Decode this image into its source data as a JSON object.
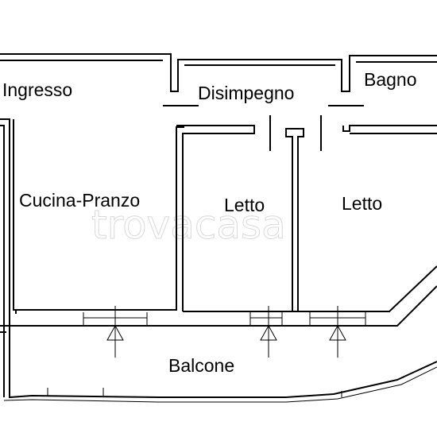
{
  "rooms": {
    "ingresso": "Ingresso",
    "disimpegno": "Disimpegno",
    "bagno": "Bagno",
    "cucina": "Cucina-Pranzo",
    "letto_1": "Letto",
    "letto_2": "Letto",
    "balcone": "Balcone"
  },
  "watermark": "trovacasa"
}
